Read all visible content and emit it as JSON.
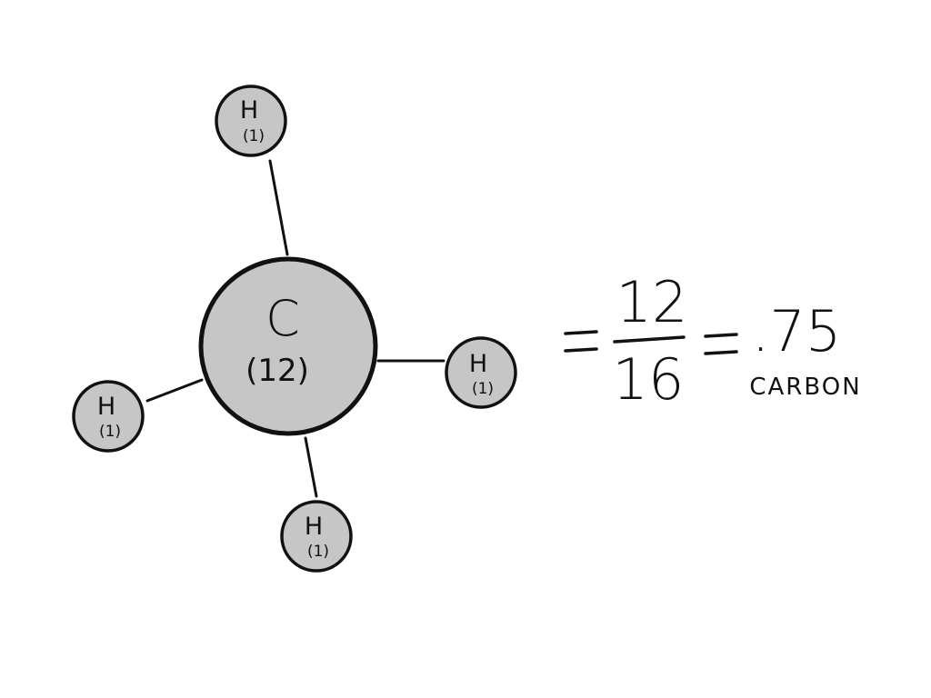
{
  "molecule": {
    "center": {
      "symbol": "C",
      "mass": "(12)"
    },
    "hydrogens": [
      {
        "symbol": "H",
        "mass": "(1)"
      },
      {
        "symbol": "H",
        "mass": "(1)"
      },
      {
        "symbol": "H",
        "mass": "(1)"
      },
      {
        "symbol": "H",
        "mass": "(1)"
      }
    ]
  },
  "equation": {
    "numerator": "12",
    "denominator": "16",
    "result": ".75",
    "caption": "CARBON"
  },
  "colors": {
    "atom_fill": "#c6c6c6",
    "ink": "#111111",
    "background": "#ffffff"
  }
}
